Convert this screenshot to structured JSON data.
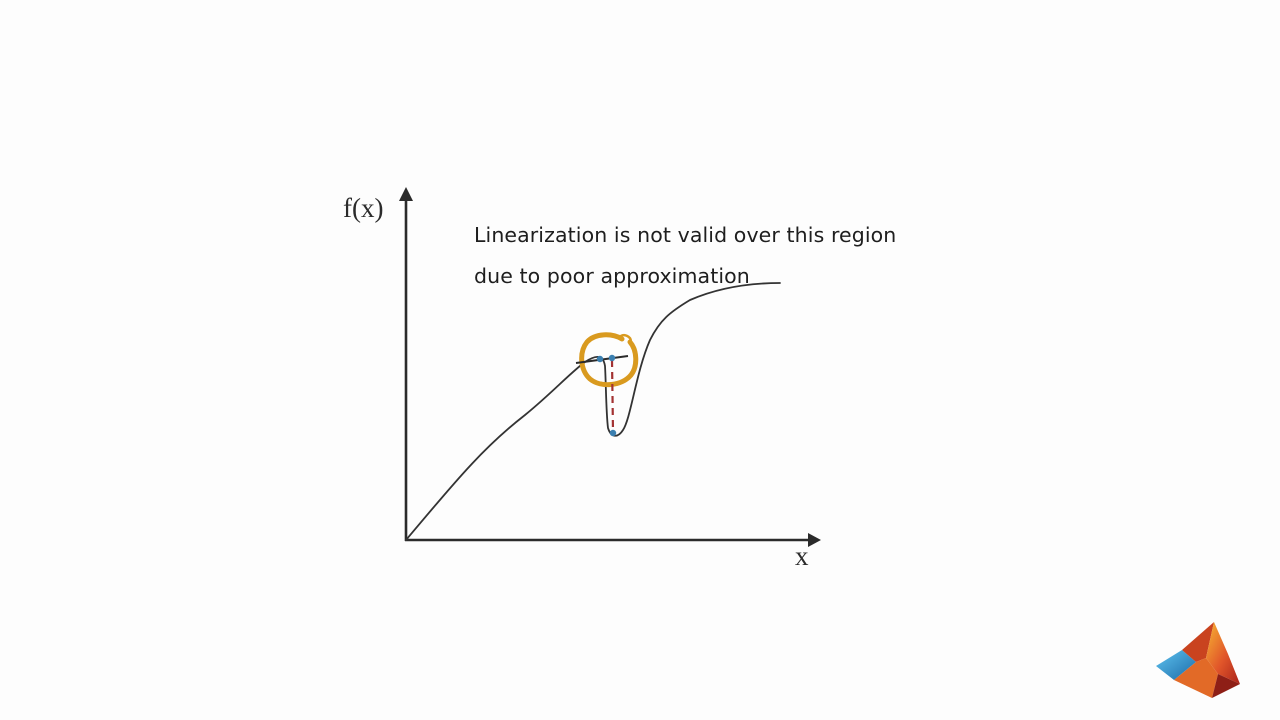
{
  "axes": {
    "y_label": "f(x)",
    "x_label": "x"
  },
  "annotation": {
    "line1": "Linearization is not valid over this region",
    "line2": "due to poor approximation"
  },
  "colors": {
    "curve": "#333333",
    "axis": "#2b2b2b",
    "highlight_ring": "#d99a1f",
    "operating_points": "#3a7fb0",
    "error_dash": "#a33232",
    "background": "#fdfdfd"
  },
  "logo": {
    "icon": "matlab-membrane-logo"
  }
}
